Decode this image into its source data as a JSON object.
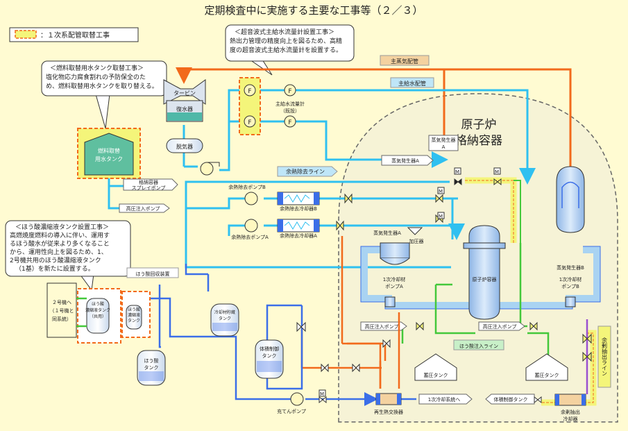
{
  "title": "定期検査中に実施する主要な工事等（２／３）",
  "legend": {
    "text": "：１次系配管取替工事"
  },
  "callouts": {
    "ultrasonic": {
      "line1": "＜超音波式主給水流量計設置工事＞",
      "line2": "熱出力管理の精度向上を図るため、高精",
      "line3": "度の超音波式主給水流量計を設置する。"
    },
    "fuel_tank": {
      "line1": "＜燃料取替用水タンク取替工事＞",
      "line2": "塩化物応力腐食割れの予防保全のた",
      "line3": "め、燃料取替用水タンクを取り替える。"
    },
    "boric_tank": {
      "line1": "＜ほう酸濃縮液タンク設置工事＞",
      "line2": "高燃焼度燃料の導入に伴い、運用す",
      "line3": "るほう酸水が従来より多くなること",
      "line4": "から、運用性向上を図るため、1、",
      "line5": "2号機共用のほう酸濃縮液タンク",
      "line6": "（1基）を新たに設置する。"
    }
  },
  "containment": {
    "line1": "原子炉",
    "line2": "格納容器"
  },
  "labels": {
    "turbine": "タービン",
    "condenser": "復水器",
    "deaerator": "脱気器",
    "fuel_tank_1": "燃料取替",
    "fuel_tank_2": "用水タンク",
    "main_steam": "主蒸気配管",
    "main_feed": "主給水配管",
    "flowmeter_1": "主給水流量計",
    "flowmeter_2": "（既設）",
    "f": "F",
    "sg_a_top_1": "蒸気発生器",
    "sg_a_top_2": "A",
    "sg_a_mid": "蒸気発生器A",
    "rhr_line": "余熱除去ライン",
    "cs_pump_1": "格納容器",
    "cs_pump_2": "スプレイポンプ",
    "hp_pump": "高圧注入ポンプ",
    "rhr_pump_b": "余熱除去ポンプB",
    "rhr_pump_a": "余熱除去ポンプA",
    "rhr_hx_b": "余熱除去冷却器B",
    "rhr_hx_a": "余熱除去冷却器A",
    "sg_a": "蒸気発生器A",
    "pressurizer": "加圧器",
    "vessel": "原子炉容器",
    "sg_b": "蒸気発生器B",
    "rcp_a_1": "1次冷却材",
    "rcp_a_2": "ポンプA",
    "rcp_b_1": "1次冷却材",
    "rcp_b_2": "ポンプB",
    "hp_a": "高圧注入ポンプ",
    "hp_b": "高圧注入ポンプ",
    "boric_line": "ほう酸注入ライン",
    "acc_a": "蓄圧タンク",
    "acc_b": "蓄圧タンク",
    "boric_recovery": "ほう酸回収装置",
    "unit2_1": "２号機へ",
    "unit2_2": "（１号機と",
    "unit2_3": "同系統）",
    "conc_tank_1": "ほう酸",
    "conc_tank_2": "濃縮液タンク",
    "conc_tank_3": "（共用）",
    "small_tank_1": "ほう酸",
    "small_tank_2": "濃縮液",
    "small_tank_3": "タンク",
    "boric_tank_1": "ほう酸",
    "boric_tank_2": "タンク",
    "coolant_tank_1": "冷却材貯蔵",
    "coolant_tank_2": "タンク",
    "vct_1": "体積制御",
    "vct_2": "タンク",
    "charging_pump": "充てんポンプ",
    "regen_hx": "再生熱交換器",
    "primary_loop": "1次冷却系統へ",
    "vct_arrow": "体積制御タンク",
    "letdown_hx_1": "余剰抽出",
    "letdown_hx_2": "冷却器",
    "letdown_line": "余剰抽出ライン",
    "m": "M"
  },
  "colors": {
    "background": "#fffbd2",
    "containment": "#f6f3d6",
    "cyan": "#2fc0f0",
    "lightblue": "#a9d3f2",
    "blue": "#3b6ee8",
    "orange": "#f26a1b",
    "green": "#43c83a",
    "purple": "#9a4fd0",
    "yellow_highlight": "#f4f57a"
  }
}
